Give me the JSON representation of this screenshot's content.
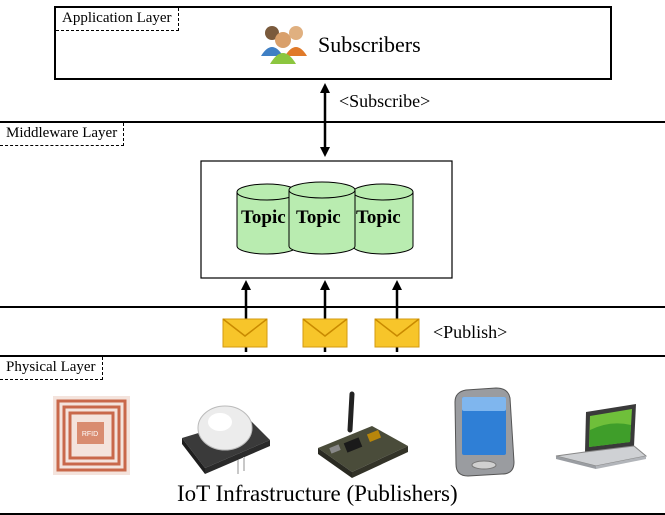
{
  "application_layer": {
    "tag": "Application Layer",
    "title": "Subscribers"
  },
  "middleware_layer": {
    "tag": "Middleware Layer",
    "topics": [
      "Topic",
      "Topic",
      "Topic"
    ]
  },
  "physical_layer": {
    "tag": "Physical Layer",
    "caption": "IoT Infrastructure (Publishers)"
  },
  "subscribe_label": "<Subscribe>",
  "publish_label": "<Publish>",
  "devices": [
    {
      "name": "rfid-tag-icon",
      "text": "RFID"
    },
    {
      "name": "pir-sensor-icon"
    },
    {
      "name": "circuit-board-icon"
    },
    {
      "name": "smartphone-icon"
    },
    {
      "name": "laptop-icon"
    }
  ],
  "colors": {
    "topic_fill": "#b9ecb0",
    "envelope": "#f7c52a",
    "rfid": "#c9684a"
  }
}
